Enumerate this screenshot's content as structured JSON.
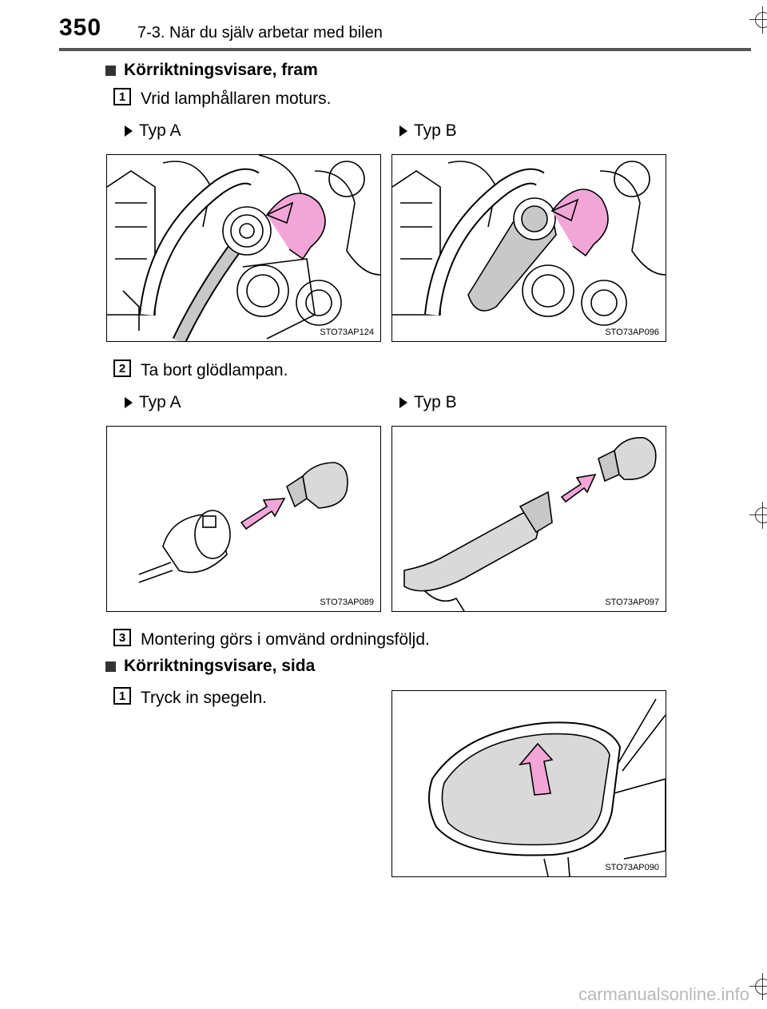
{
  "header": {
    "page_number": "350",
    "chapter_title": "7-3. När du själv arbetar med bilen"
  },
  "sections": [
    {
      "title": "Körriktningsvisare, fram"
    },
    {
      "title": "Körriktningsvisare, sida"
    }
  ],
  "steps": [
    {
      "number": "1",
      "text": "Vrid lamphållaren moturs."
    },
    {
      "number": "2",
      "text": "Ta bort glödlampan."
    },
    {
      "number": "3",
      "text": "Montering görs i omvänd ordningsföljd."
    },
    {
      "number": "1",
      "text": "Tryck in spegeln."
    }
  ],
  "type_labels": {
    "a": "Typ A",
    "b": "Typ B"
  },
  "figures": {
    "fig1": "STO73AP124",
    "fig2": "STO73AP096",
    "fig3": "STO73AP089",
    "fig4": "STO73AP097",
    "fig5": "STO73AP090"
  },
  "colors": {
    "arrow_fill": "#f2a6d8",
    "mirror_fill": "#d9d9d9",
    "component_fill": "#c8c8c8"
  },
  "watermark": "carmanualsonline.info"
}
